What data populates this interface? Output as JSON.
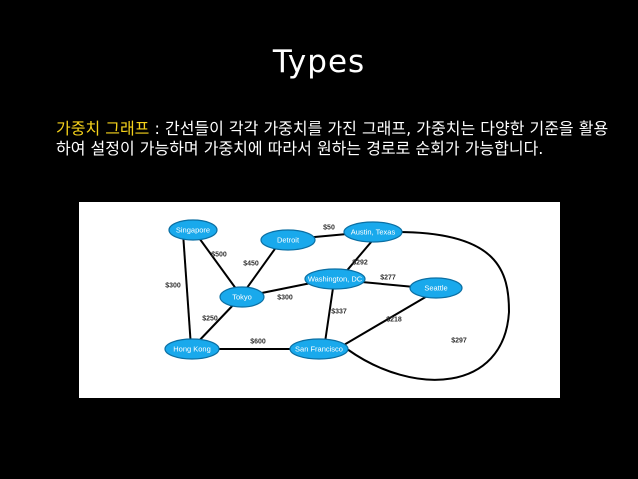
{
  "slide": {
    "title": "Types",
    "description_highlight": "가중치 그래프",
    "description_rest": " : 간선들이  각각 가중치를 가진 그래프, 가중치는 다양한 기준을 활용하여 설정이 가능하며 가중치에 따라서 원하는 경로로 순회가 가능합니다."
  },
  "graph": {
    "nodes": {
      "singapore": "Singapore",
      "detroit": "Detroit",
      "austin": "Austin, Texas",
      "washington": "Washington, DC",
      "seattle": "Seattle",
      "tokyo": "Tokyo",
      "hongkong": "Hong Kong",
      "sanfrancisco": "San Francisco"
    },
    "edges": {
      "singapore_tokyo": "$500",
      "singapore_hongkong": "$300",
      "detroit_austin": "$50",
      "detroit_tokyo": "$450",
      "austin_washington": "$292",
      "austin_sanfrancisco": "$297",
      "washington_seattle": "$277",
      "washington_tokyo": "$300",
      "washington_sanfrancisco": "$337",
      "seattle_sanfrancisco": "$218",
      "tokyo_hongkong": "$250",
      "hongkong_sanfrancisco": "$600"
    }
  }
}
